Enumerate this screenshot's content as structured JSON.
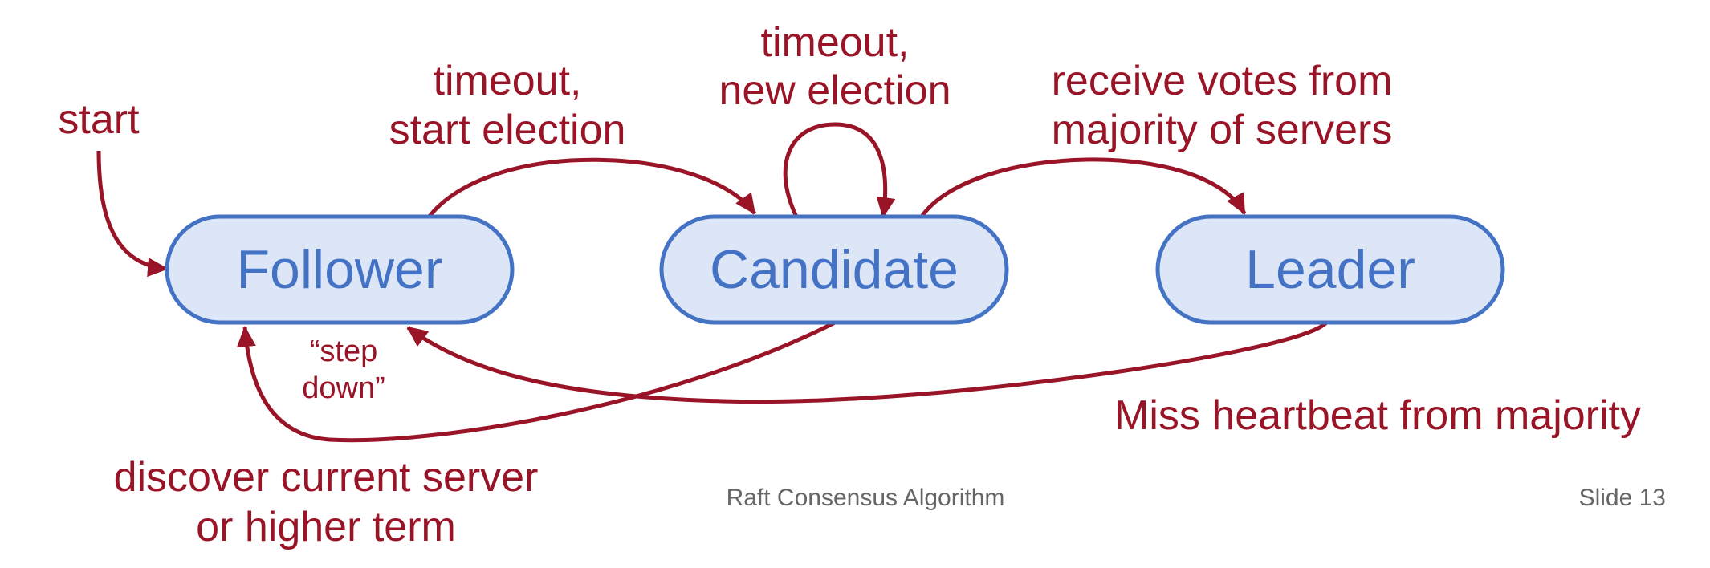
{
  "colors": {
    "arrow": "#9A1427",
    "edge_label": "#9A1427",
    "state_fill": "#DDE6F6",
    "state_stroke": "#4472C4",
    "state_text": "#4472C4",
    "footer_text": "#666666"
  },
  "states": {
    "follower": "Follower",
    "candidate": "Candidate",
    "leader": "Leader"
  },
  "edges": {
    "start": "start",
    "follower_to_candidate": [
      "timeout,",
      "start election"
    ],
    "candidate_self": [
      "timeout,",
      "new election"
    ],
    "candidate_to_leader": [
      "receive votes from",
      "majority of servers"
    ],
    "step_down": [
      "“step",
      "down”"
    ],
    "candidate_to_follower": [
      "discover current server",
      "or higher term"
    ],
    "leader_to_follower": "Miss heartbeat from majority"
  },
  "footer": {
    "title": "Raft Consensus Algorithm",
    "slide": "Slide 13"
  }
}
